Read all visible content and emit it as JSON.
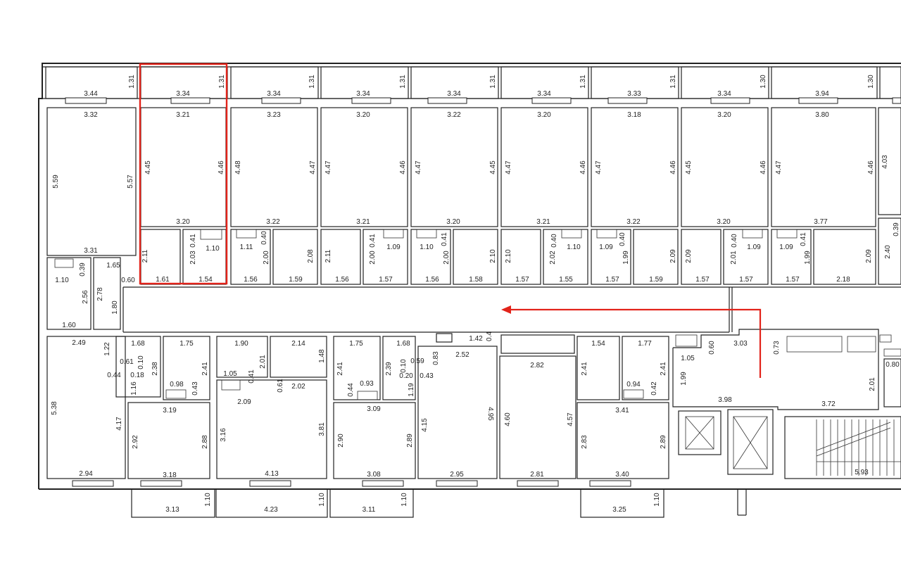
{
  "colors": {
    "highlight": "#e2231a",
    "line": "#222222",
    "background": "#ffffff"
  },
  "icons": {
    "route_arrow": "red-arrow-icon",
    "elevator": "elevator-x-icon",
    "stairs": "stairs-icon"
  },
  "dims": {
    "b1": "1.31",
    "b2": "1.31",
    "b3": "1.31",
    "b4": "1.31",
    "b5": "1.31",
    "b6": "1.31",
    "b7": "1.31",
    "b8": "1.30",
    "b9": "1.30",
    "t1a": "3.44",
    "t1b": "3.32",
    "t2a": "3.34",
    "t2b": "3.21",
    "t3a": "3.34",
    "t3b": "3.23",
    "t4a": "3.34",
    "t4b": "3.20",
    "t5a": "3.34",
    "t5b": "3.22",
    "t6a": "3.34",
    "t6b": "3.20",
    "t7a": "3.33",
    "t7b": "3.18",
    "t8a": "3.34",
    "t8b": "3.20",
    "t9a": "3.94",
    "t9b": "3.80",
    "h1l": "5.59",
    "h1r": "5.57",
    "h2l": "4.45",
    "h2r": "4.46",
    "h3l": "4.48",
    "h3r": "4.47",
    "h4l": "4.47",
    "h4r": "4.46",
    "h5l": "4.47",
    "h5r": "4.45",
    "h6l": "4.47",
    "h6r": "4.46",
    "h7l": "4.47",
    "h7r": "4.46",
    "h8l": "4.45",
    "h8r": "4.46",
    "h9l": "4.47",
    "h9r": "4.46",
    "h10": "4.03",
    "w2": "3.20",
    "w3": "3.22",
    "w4": "3.21",
    "w5": "3.20",
    "w6": "3.21",
    "w7": "3.22",
    "w8": "3.20",
    "w9": "3.77",
    "r10a": "0.39",
    "r10b": "2.40",
    "l1": "3.31",
    "l2": "1.65",
    "l3": "0.39",
    "l4": "1.10",
    "l5": "0.60",
    "l6": "2.56",
    "l7": "2.78",
    "l8": "1.80",
    "l9": "1.60",
    "s2a": "2.11",
    "s2b": "2.03",
    "s2c": "0.41",
    "s2d": "1.10",
    "s2e": "1.61",
    "s2f": "1.54",
    "s3a": "1.11",
    "s3b": "0.40",
    "s3c": "2.00",
    "s3d": "2.08",
    "s3e": "1.56",
    "s3f": "1.59",
    "s4a": "2.11",
    "s4b": "2.00",
    "s4c": "0.41",
    "s4d": "1.09",
    "s4e": "1.56",
    "s4f": "1.57",
    "s5a": "1.10",
    "s5b": "0.41",
    "s5c": "2.00",
    "s5d": "2.10",
    "s5e": "1.56",
    "s5f": "1.58",
    "s6a": "2.10",
    "s6b": "2.02",
    "s6c": "0.40",
    "s6d": "1.10",
    "s6e": "1.57",
    "s6f": "1.55",
    "s7a": "1.09",
    "s7b": "0.40",
    "s7c": "1.99",
    "s7d": "2.09",
    "s7e": "1.57",
    "s7f": "1.59",
    "s8a": "2.09",
    "s8b": "2.01",
    "s8c": "0.40",
    "s8d": "1.09",
    "s8e": "1.57",
    "s8f": "1.57",
    "s9a": "1.09",
    "s9b": "0.41",
    "s9c": "1.99",
    "s9d": "2.09",
    "s9e": "1.57",
    "s9f": "2.18",
    "c1": "1.42",
    "c2": "0.4",
    "a1": "2.49",
    "a2": "1.22",
    "a3": "0.61",
    "a4": "0.44",
    "a5": "0.10",
    "a6": "0.18",
    "a7": "1.16",
    "a8": "5.38",
    "a9": "4.17",
    "a10": "2.94",
    "bb1": "1.68",
    "bb2": "1.75",
    "bb3": "2.38",
    "bb4": "2.41",
    "bb5": "0.98",
    "bb6": "0.43",
    "bb7": "3.19",
    "bb8": "2.92",
    "bb9": "2.88",
    "bb10": "3.18",
    "bb11": "3.13",
    "bb12": "1.10",
    "cc1": "1.90",
    "cc2": "2.14",
    "cc3": "1.48",
    "cc4": "2.01",
    "cc5": "1.05",
    "cc6": "0.41",
    "cc7": "0.61",
    "cc8": "2.02",
    "cc9": "2.09",
    "cc10": "3.16",
    "cc11": "3.81",
    "cc12": "4.13",
    "cc13": "4.23",
    "cc14": "1.10",
    "dd1": "1.75",
    "dd2": "1.68",
    "dd3": "2.41",
    "dd4": "2.39",
    "dd5": "0.10",
    "dd6": "0.59",
    "dd7": "0.44",
    "dd8": "0.93",
    "dd9": "0.20",
    "dd10": "0.43",
    "dd11": "1.19",
    "dd12": "3.09",
    "dd13": "2.90",
    "dd14": "2.89",
    "dd15": "3.08",
    "dd16": "3.11",
    "dd17": "1.10",
    "ee1": "0.83",
    "ee2": "2.52",
    "ee3": "4.15",
    "ee4": "4.95",
    "ee5": "2.95",
    "ff1": "2.82",
    "ff2": "4.60",
    "ff3": "4.57",
    "ff4": "2.81",
    "gg1": "1.54",
    "gg2": "1.77",
    "gg3": "2.41",
    "gg4": "2.41",
    "gg5": "0.94",
    "gg6": "0.42",
    "gg7": "3.41",
    "gg8": "2.83",
    "gg9": "2.89",
    "gg10": "3.40",
    "gg11": "3.25",
    "gg12": "1.10",
    "hh1": "1.05",
    "hh2": "0.60",
    "hh3": "3.03",
    "hh4": "0.73",
    "hh5": "1.99",
    "hh6": "3.98",
    "hh7": "3.72",
    "hh8": "2.01",
    "hh9": "0.80",
    "hh10": "5.93"
  }
}
